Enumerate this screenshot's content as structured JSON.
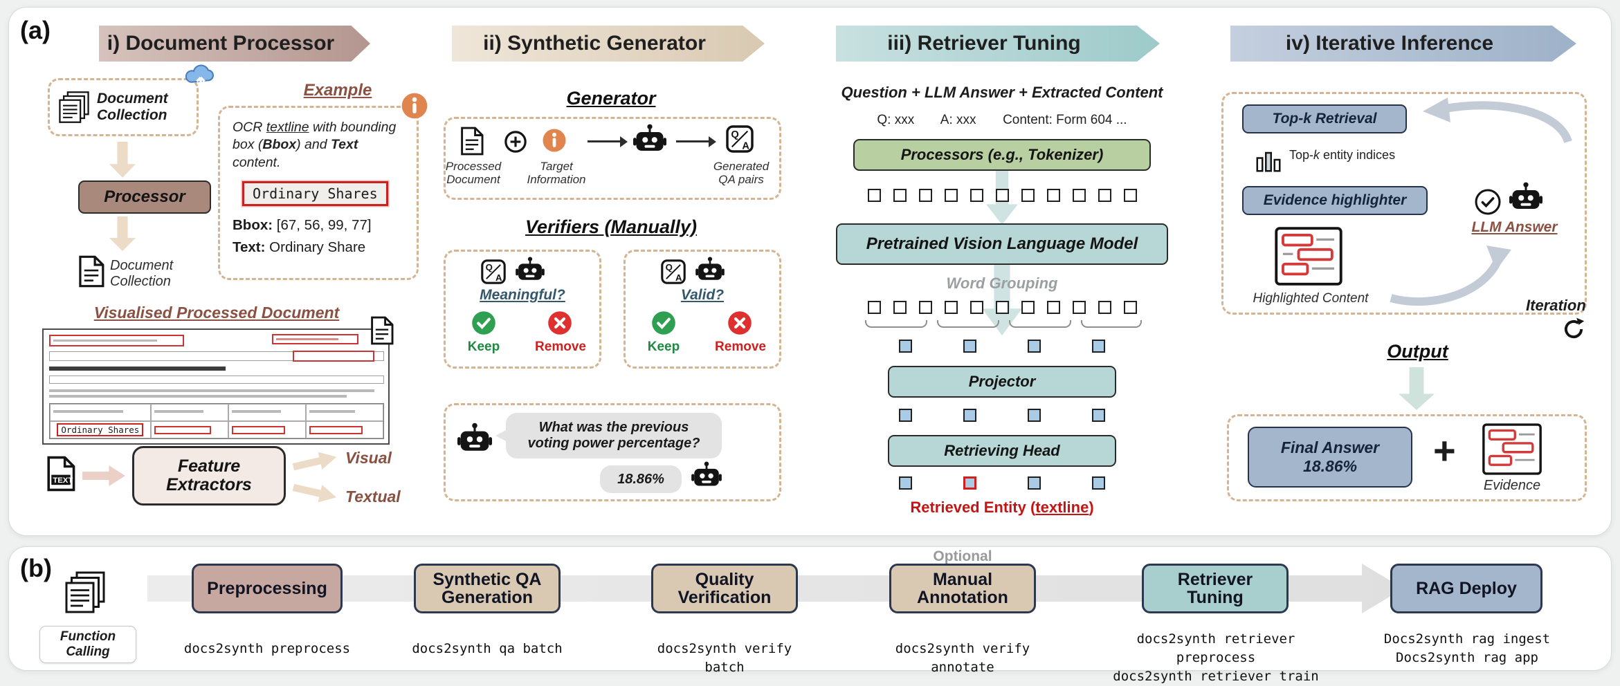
{
  "panel_a": {
    "label": "(a)",
    "doc_processor": {
      "header": "i) Document Processor",
      "collection_label": "Document Collection",
      "processor_label": "Processor",
      "collection_caption": "Document Collection",
      "example_title": "Example",
      "example_desc": {
        "p1": "OCR ",
        "p2": "textline",
        "p3": " with bounding box (",
        "p4": "Bbox",
        "p5": ") and ",
        "p6": "Text",
        "p7": " content."
      },
      "example_snippet": "Ordinary Shares",
      "bbox_label": "Bbox:",
      "bbox_value": "[67, 56, 99, 77]",
      "text_label": "Text:",
      "text_value": "Ordinary Share",
      "visualised_title": "Visualised Processed Document",
      "mock_highlight": "Ordinary Shares",
      "text_icon_label": "TEXT",
      "feature_extractors": "Feature Extractors",
      "visual_label": "Visual",
      "textual_label": "Textual"
    },
    "synthetic_generator": {
      "header": "ii) Synthetic Generator",
      "generator_title": "Generator",
      "processed_document": "Processed Document",
      "target_information": "Target Information",
      "generated_qa": "Generated QA pairs",
      "verifiers_title": "Verifiers (Manually)",
      "verifiers": [
        {
          "question": "Meaningful?",
          "keep": "Keep",
          "remove": "Remove"
        },
        {
          "question": "Valid?",
          "keep": "Keep",
          "remove": "Remove"
        }
      ],
      "qa_question": "What was the previous voting power percentage?",
      "qa_answer": "18.86%"
    },
    "retriever_tuning": {
      "header": "iii) Retriever Tuning",
      "input_caption": "Question + LLM Answer + Extracted Content",
      "q_label": "Q: xxx",
      "a_label": "A: xxx",
      "content_label": "Content: Form 604 ...",
      "processors_box": "Processors (e.g., Tokenizer)",
      "vlm_box": "Pretrained Vision Language Model",
      "word_grouping": "Word Grouping",
      "projector_box": "Projector",
      "retrieving_head_box": "Retrieving Head",
      "retrieved_entity": {
        "p1": "Retrieved Entity (",
        "p2": "textline",
        "p3": ")"
      }
    },
    "iterative_inference": {
      "header": "iv) Iterative Inference",
      "topk_box": "Top-k Retrieval",
      "topk_caption": {
        "p1": "Top-",
        "p2": "k",
        "p3": " entity indices"
      },
      "evidence_box": "Evidence highlighter",
      "llm_answer": "LLM Answer",
      "highlighted_content": "Highlighted Content",
      "iteration_label": "Iteration",
      "output_title": "Output",
      "final_answer_line1": "Final Answer",
      "final_answer_line2": "18.86%",
      "plus": "+",
      "evidence_caption": "Evidence"
    }
  },
  "panel_b": {
    "label": "(b)",
    "function_calling": "Function Calling",
    "optional_label": "Optional",
    "steps": [
      {
        "label": "Preprocessing",
        "commands": [
          "docs2synth preprocess"
        ]
      },
      {
        "label": "Synthetic QA Generation",
        "commands": [
          "docs2synth qa batch"
        ]
      },
      {
        "label": "Quality Verification",
        "commands": [
          "docs2synth verify batch"
        ]
      },
      {
        "label": "Manual Annotation",
        "commands": [
          "docs2synth verify annotate"
        ]
      },
      {
        "label": "Retriever Tuning",
        "commands": [
          "docs2synth retriever preprocess",
          "docs2synth retriever train"
        ]
      },
      {
        "label": "RAG Deploy",
        "commands": [
          "Docs2synth rag ingest",
          "Docs2synth rag app"
        ]
      }
    ]
  },
  "colors": {
    "doc_processor_accent": "#b89c96",
    "synthetic_accent": "#ddcfbb",
    "retriever_accent": "#a3cccc",
    "inference_accent": "#a4b6cb",
    "processor_fill": "#a8897c",
    "green_box": "#b8cfa2",
    "teal_box": "#b6d7d5",
    "bluegray_box": "#a4b6cb",
    "keep_green": "#2e9e4f",
    "remove_red": "#dd2b2b",
    "entity_red": "#c41414",
    "heading_brown": "#8a5143"
  }
}
